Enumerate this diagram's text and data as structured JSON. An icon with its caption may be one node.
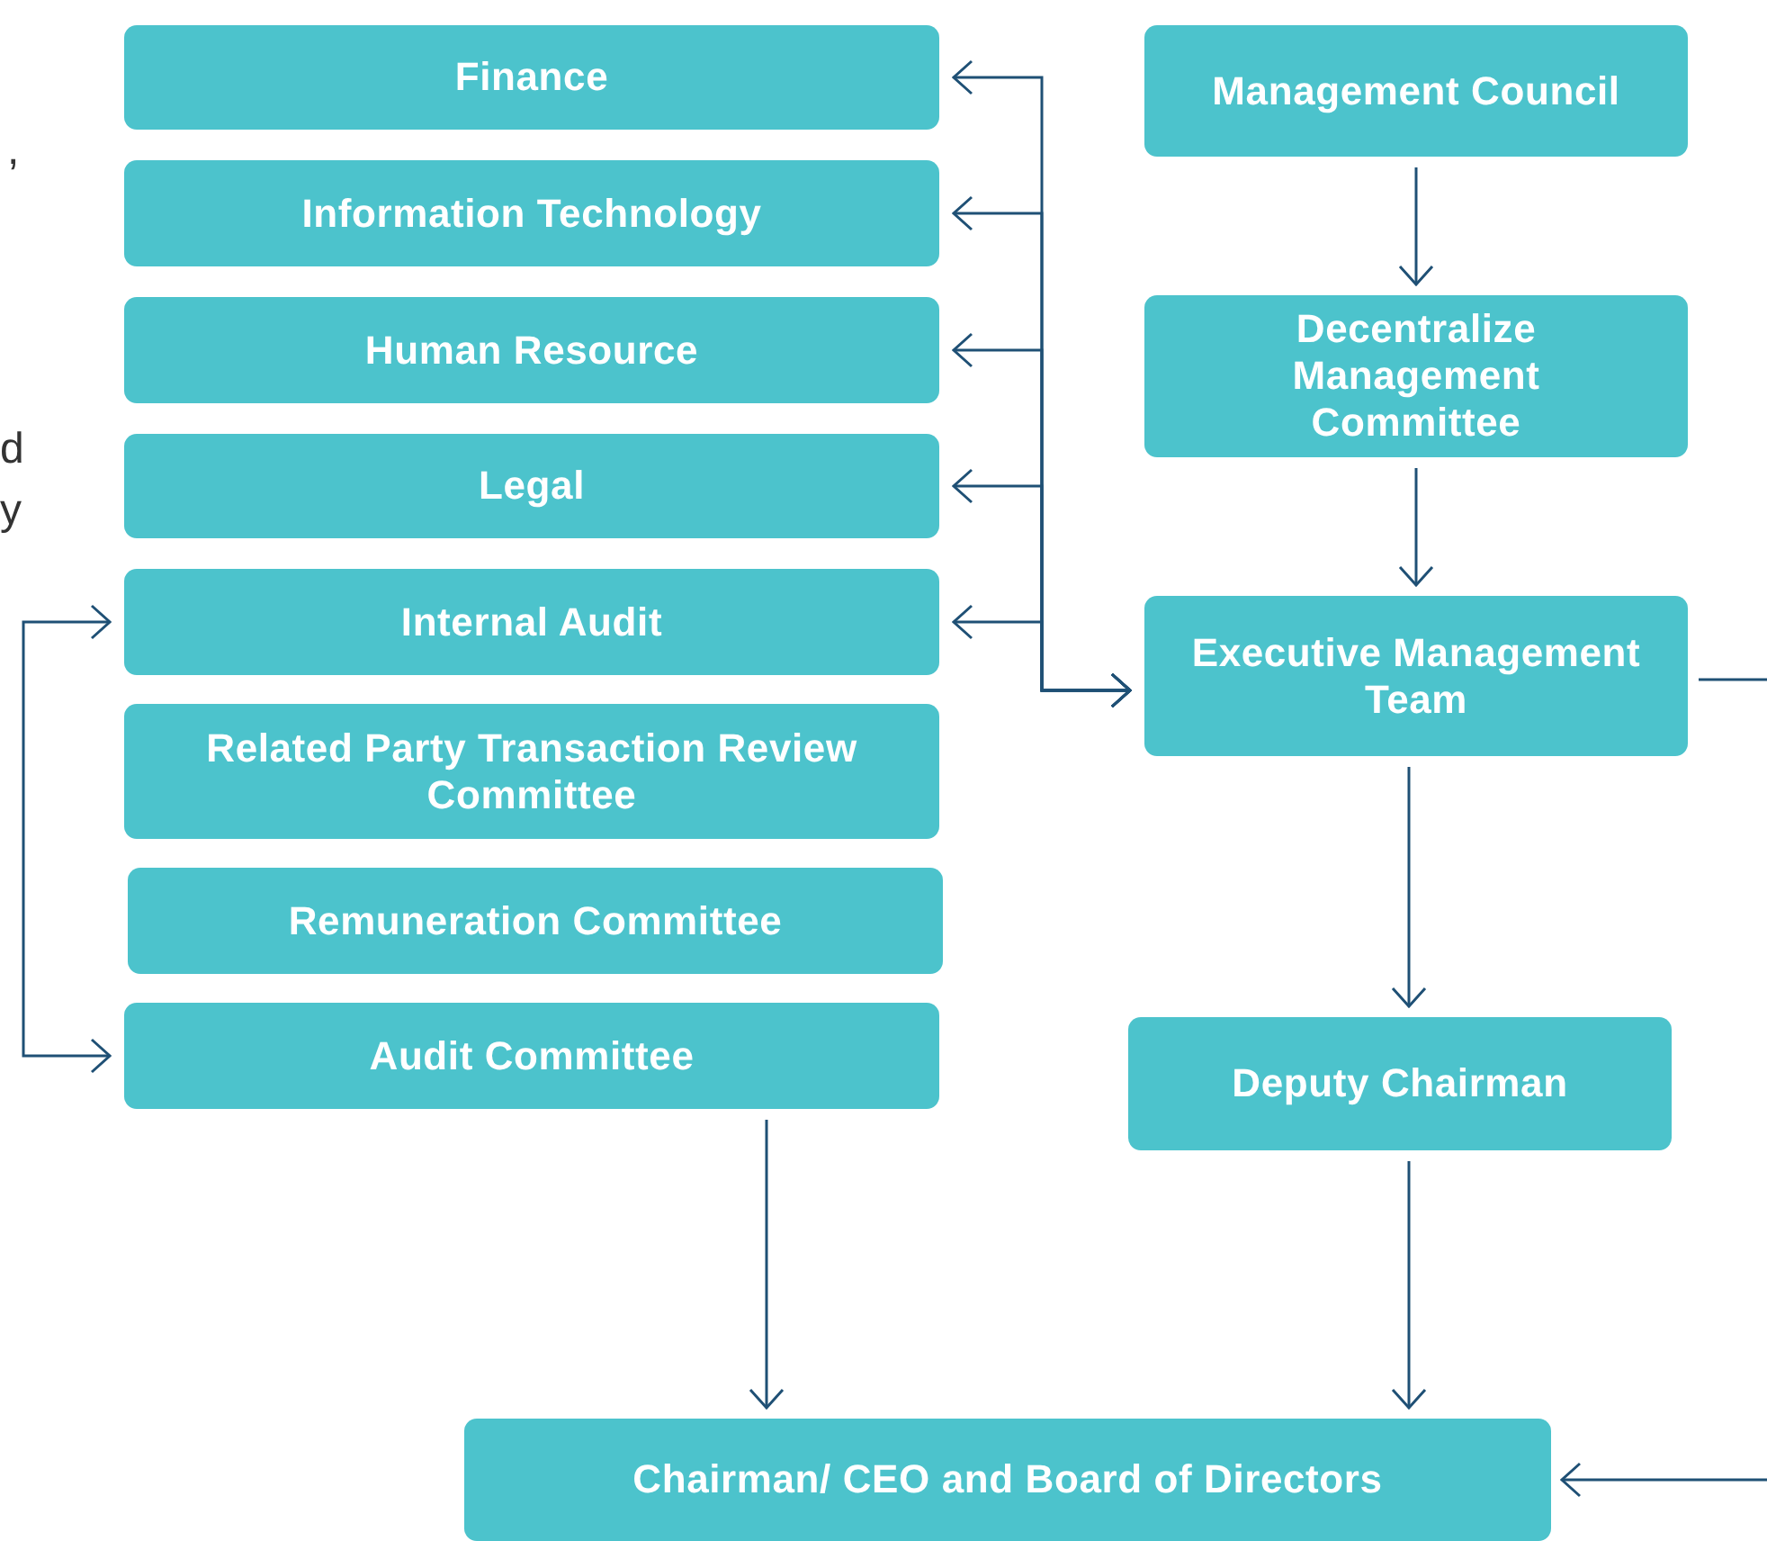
{
  "diagram": {
    "nodes": [
      {
        "text": [
          "Finance"
        ]
      },
      {
        "text": [
          "Information Technology"
        ]
      },
      {
        "text": [
          "Human Resource"
        ]
      },
      {
        "text": [
          "Legal"
        ]
      },
      {
        "text": [
          "Internal Audit"
        ]
      },
      {
        "text": [
          "Related Party Transaction Review Committee"
        ]
      },
      {
        "text": [
          "Remuneration Committee"
        ]
      },
      {
        "text": [
          "Audit Committee"
        ]
      },
      {
        "text": [
          "Management Council"
        ]
      },
      {
        "text": [
          "Decentralize Management Committee"
        ]
      },
      {
        "text": [
          "Executive Management Team"
        ]
      },
      {
        "text": [
          "Deputy Chairman"
        ]
      },
      {
        "text": [
          "Chairman/ CEO and Board of Directors"
        ]
      }
    ],
    "edges": [
      {
        "from": 8,
        "to": 9,
        "arrow": "to"
      },
      {
        "from": 9,
        "to": 10,
        "arrow": "to"
      },
      {
        "from": 10,
        "to": 11,
        "arrow": "to"
      },
      {
        "from": 11,
        "to": 12,
        "arrow": "to"
      },
      {
        "from": 7,
        "to": 12,
        "arrow": "to"
      },
      {
        "from": 0,
        "to": 10,
        "arrow": "both"
      },
      {
        "from": 1,
        "to": 10,
        "arrow": "both"
      },
      {
        "from": 2,
        "to": 10,
        "arrow": "both"
      },
      {
        "from": 3,
        "to": 10,
        "arrow": "both"
      },
      {
        "from": 4,
        "to": 10,
        "arrow": "both"
      },
      {
        "from": 4,
        "to": 7,
        "arrow": "both"
      },
      {
        "from": 10,
        "to": null,
        "arrow": "none"
      },
      {
        "from": null,
        "to": 12,
        "arrow": "to"
      }
    ],
    "labels": [
      ",",
      "d",
      "y"
    ]
  }
}
